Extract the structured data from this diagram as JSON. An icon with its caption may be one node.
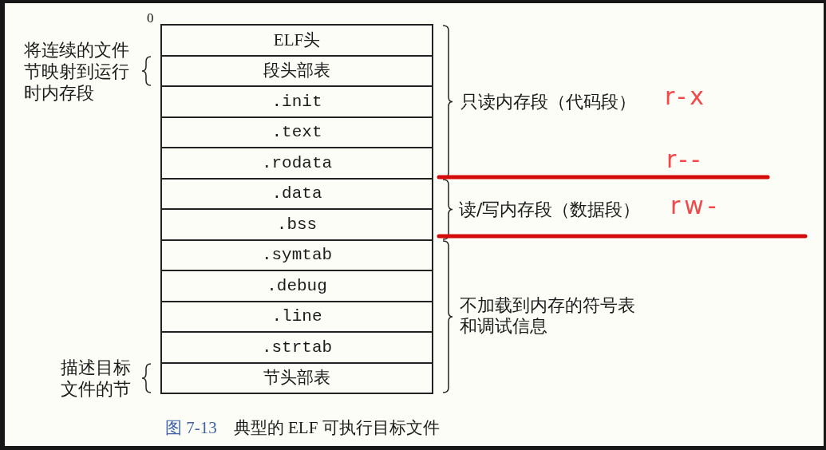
{
  "diagram": {
    "caption": "图 7-13　典型的 ELF 可执行目标文件",
    "nodes": [
      {
        "text": [
          "ELF头"
        ]
      },
      {
        "text": [
          "段头部表"
        ],
        "beside": [
          "将连续的文件节映射到运行时内存段"
        ]
      },
      {
        "text": [
          ".init"
        ]
      },
      {
        "text": [
          ".text"
        ]
      },
      {
        "text": [
          ".rodata"
        ]
      },
      {
        "text": [
          ".data"
        ]
      },
      {
        "text": [
          ".bss"
        ]
      },
      {
        "text": [
          ".symtab"
        ]
      },
      {
        "text": [
          ".debug"
        ]
      },
      {
        "text": [
          ".line"
        ]
      },
      {
        "text": [
          ".strtab"
        ]
      },
      {
        "text": [
          "节头部表"
        ],
        "beside": [
          "描述目标文件的节"
        ]
      }
    ],
    "labels": [
      "0",
      "只读内存段（代码段）",
      "r-x",
      "r--",
      "读/写内存段（数据段）",
      "rw-",
      "不加载到内存的符号表和调试信息"
    ]
  }
}
